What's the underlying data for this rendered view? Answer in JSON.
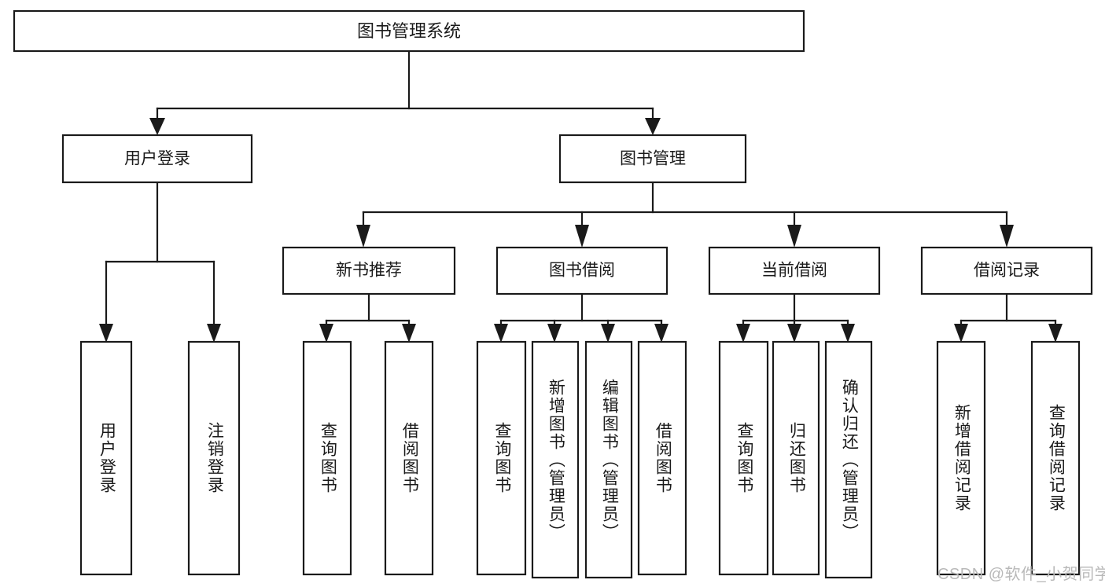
{
  "diagram": {
    "title": "图书管理系统",
    "type": "hierarchy-tree",
    "watermark": "CSDN @软件_小贺同学",
    "colors": {
      "stroke": "#1a1a1a",
      "fill": "#ffffff",
      "background": "#ffffff",
      "watermark": "#b9b9b9"
    },
    "root": {
      "label": "图书管理系统"
    },
    "level1": [
      {
        "id": "user-login",
        "label": "用户登录"
      },
      {
        "id": "book-manage",
        "label": "图书管理"
      }
    ],
    "level2": [
      {
        "id": "new-book-recommend",
        "label": "新书推荐",
        "parent": "book-manage"
      },
      {
        "id": "book-borrow",
        "label": "图书借阅",
        "parent": "book-manage"
      },
      {
        "id": "current-borrow",
        "label": "当前借阅",
        "parent": "book-manage"
      },
      {
        "id": "borrow-record",
        "label": "借阅记录",
        "parent": "book-manage"
      }
    ],
    "leaves": [
      {
        "id": "leaf-user-login",
        "label": "用户登录",
        "parent": "user-login"
      },
      {
        "id": "leaf-user-logout",
        "label": "注销登录",
        "parent": "user-login"
      },
      {
        "id": "leaf-query-book-1",
        "label": "查询图书",
        "parent": "new-book-recommend"
      },
      {
        "id": "leaf-borrow-book-1",
        "label": "借阅图书",
        "parent": "new-book-recommend"
      },
      {
        "id": "leaf-query-book-2",
        "label": "查询图书",
        "parent": "book-borrow"
      },
      {
        "id": "leaf-add-book",
        "label": "新增图书（管理员）",
        "parent": "book-borrow"
      },
      {
        "id": "leaf-edit-book",
        "label": "编辑图书（管理员）",
        "parent": "book-borrow"
      },
      {
        "id": "leaf-borrow-book-2",
        "label": "借阅图书",
        "parent": "book-borrow"
      },
      {
        "id": "leaf-query-book-3",
        "label": "查询图书",
        "parent": "current-borrow"
      },
      {
        "id": "leaf-return-book",
        "label": "归还图书",
        "parent": "current-borrow"
      },
      {
        "id": "leaf-confirm-return",
        "label": "确认归还（管理员）",
        "parent": "current-borrow"
      },
      {
        "id": "leaf-add-record",
        "label": "新增借阅记录",
        "parent": "borrow-record"
      },
      {
        "id": "leaf-query-record",
        "label": "查询借阅记录",
        "parent": "borrow-record"
      }
    ]
  }
}
